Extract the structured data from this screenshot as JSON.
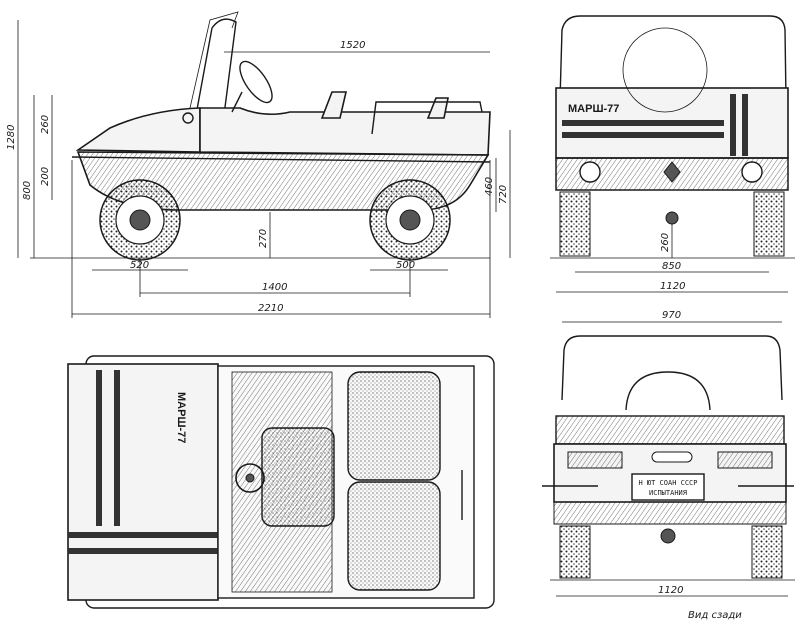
{
  "side_view": {
    "dims": {
      "top_length": "1520",
      "height_total": "1280",
      "height_body": "800",
      "hood_height": "260",
      "bumper_height": "200",
      "side_height_460": "460",
      "side_height_720": "720",
      "clearance": "270",
      "front_overhang": "520",
      "wheelbase": "1400",
      "rear_overhang": "500",
      "overall_length": "2210"
    }
  },
  "front_view": {
    "hood_label": "МАРШ-77",
    "dims": {
      "ground_clearance": "260",
      "track": "850",
      "width": "1120"
    }
  },
  "top_view": {
    "hood_label": "МАРШ-77"
  },
  "rear_view": {
    "plate_line1": "Н ЮТ СОАН СССР",
    "plate_line2": "ИСПЫТАНИЯ",
    "caption": "Вид сзади",
    "dims": {
      "top_width": "970",
      "width": "1120"
    }
  }
}
